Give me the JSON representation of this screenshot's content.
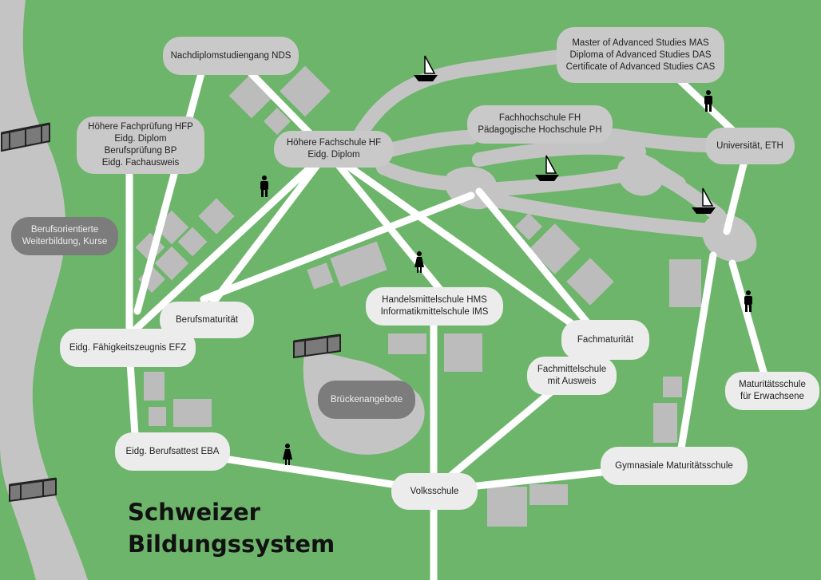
{
  "title": {
    "line1": "Schweizer",
    "line2": "Bildungssystem"
  },
  "nodes": {
    "nds": {
      "lines": [
        "Nachdiplomstudiengang NDS"
      ]
    },
    "mas": {
      "lines": [
        "Master of Advanced Studies MAS",
        "Diploma of Advanced Studies DAS",
        "Certificate of Advanced Studies CAS"
      ]
    },
    "hfp": {
      "lines": [
        "Höhere Fachprüfung HFP",
        "Eidg. Diplom",
        "Berufsprüfung BP",
        "Eidg. Fachausweis"
      ]
    },
    "hf": {
      "lines": [
        "Höhere Fachschule HF",
        "Eidg. Diplom"
      ]
    },
    "fh": {
      "lines": [
        "Fachhochschule FH",
        "Pädagogische Hochschule PH"
      ]
    },
    "uni": {
      "lines": [
        "Universität, ETH"
      ]
    },
    "berufsorientierte": {
      "lines": [
        "Berufsorientierte",
        "Weiterbildung, Kurse"
      ]
    },
    "berufsmaturitaet": {
      "lines": [
        "Berufsmaturität"
      ]
    },
    "efz": {
      "lines": [
        "Eidg. Fähigkeitszeugnis EFZ"
      ]
    },
    "hms": {
      "lines": [
        "Handelsmittelschule HMS",
        "Informatikmittelschule IMS"
      ]
    },
    "fachmaturitaet": {
      "lines": [
        "Fachmaturität"
      ]
    },
    "fms": {
      "lines": [
        "Fachmittelschule",
        "mit Ausweis"
      ]
    },
    "erwachsene": {
      "lines": [
        "Maturitätsschule",
        "für Erwachsene"
      ]
    },
    "bruecken": {
      "lines": [
        "Brückenangebote"
      ]
    },
    "eba": {
      "lines": [
        "Eidg. Berufsattest EBA"
      ]
    },
    "volksschule": {
      "lines": [
        "Volksschule"
      ]
    },
    "gymnasium": {
      "lines": [
        "Gymnasiale Maturitätsschule"
      ]
    }
  },
  "icons": [
    "bridge-icon",
    "boat-icon",
    "man-icon",
    "woman-icon"
  ],
  "colors": {
    "grass": "#6db56a",
    "path": "#ffffff",
    "river": "#c4c4c4",
    "building": "#bcbcbc",
    "box_light": "#c9c9c9",
    "box_white": "#ececec",
    "box_dark": "#7c7c7c"
  }
}
